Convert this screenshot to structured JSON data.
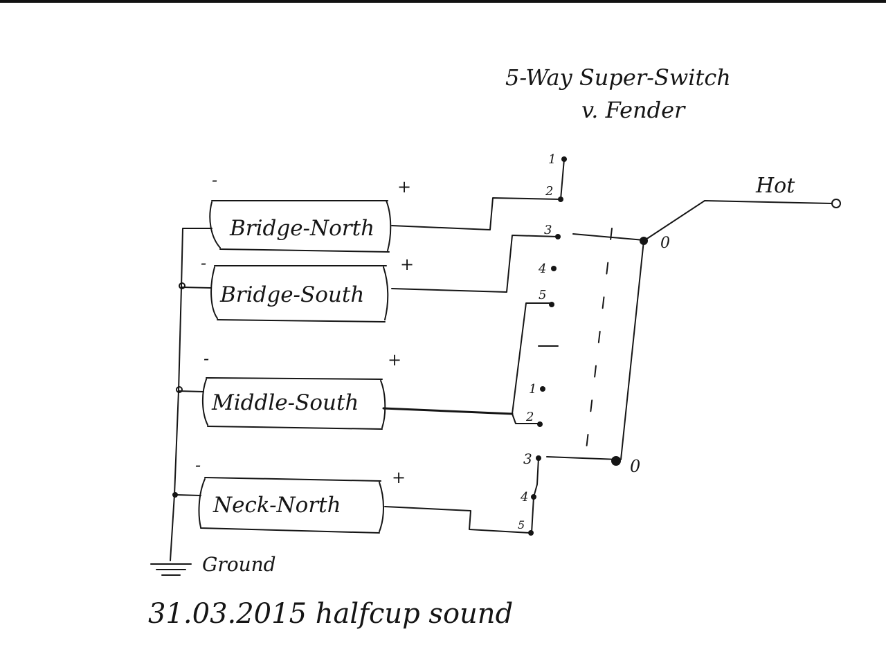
{
  "title": {
    "line1": "5-Way Super-Switch",
    "line2": "v. Fender"
  },
  "pickups": {
    "bridge_north": "Bridge-North",
    "bridge_south": "Bridge-South",
    "middle_south": "Middle-South",
    "neck_north": "Neck-North"
  },
  "polarity": {
    "minus": "-",
    "plus": "+"
  },
  "switch_terminals": {
    "upper": [
      "1",
      "2",
      "3",
      "4",
      "5"
    ],
    "lower": [
      "1",
      "2",
      "3",
      "4",
      "5"
    ]
  },
  "commons": {
    "upper": "0",
    "lower": "0"
  },
  "output": {
    "hot": "Hot"
  },
  "ground": "Ground",
  "footer": "31.03.2015 halfcup sound"
}
